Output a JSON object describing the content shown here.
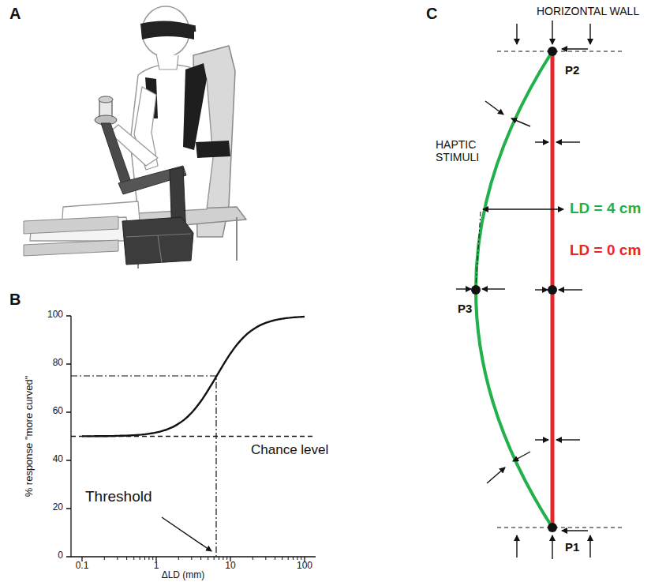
{
  "diagram": {
    "labels": [
      "A",
      "B",
      "C",
      "HORIZONTAL WALL",
      "P2",
      "HAPTIC STIMULI",
      "LD = 4 cm",
      "LD = 0 cm",
      "P3",
      "P1",
      "100",
      "80",
      "60",
      "40",
      "20",
      "0",
      "0.1",
      "1",
      "10",
      "100",
      "% response \"more curved\"",
      "Threshold",
      "Chance level",
      "ΔLD (mm)"
    ]
  }
}
